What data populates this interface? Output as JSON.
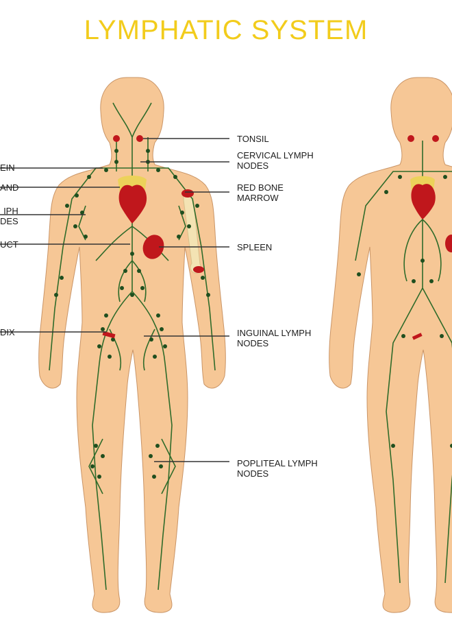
{
  "title": "LYMPHATIC SYSTEM",
  "labels": {
    "right": {
      "tonsil": "TONSIL",
      "cervical": "CERVICAL LYMPH\nNODES",
      "marrow": "RED BONE\nMARROW",
      "spleen": "SPLEEN",
      "inguinal": "INGUINAL LYMPH\nNODES",
      "popliteal": "POPLITEAL LYMPH\nNODES"
    },
    "left": {
      "vein": "EIN",
      "gland": "AND",
      "axillary": "IPH\nDES",
      "duct": "UCT",
      "appendix": "DIX"
    }
  },
  "colors": {
    "title": "#f2cc1c",
    "skin": "#f6c796",
    "skin_outline": "#c99466",
    "vessel": "#2f6b2a",
    "node": "#1f4f1f",
    "organ": "#c0171c",
    "gland": "#ecd25a",
    "bone": "#f3e3b3",
    "leader": "#333333"
  }
}
